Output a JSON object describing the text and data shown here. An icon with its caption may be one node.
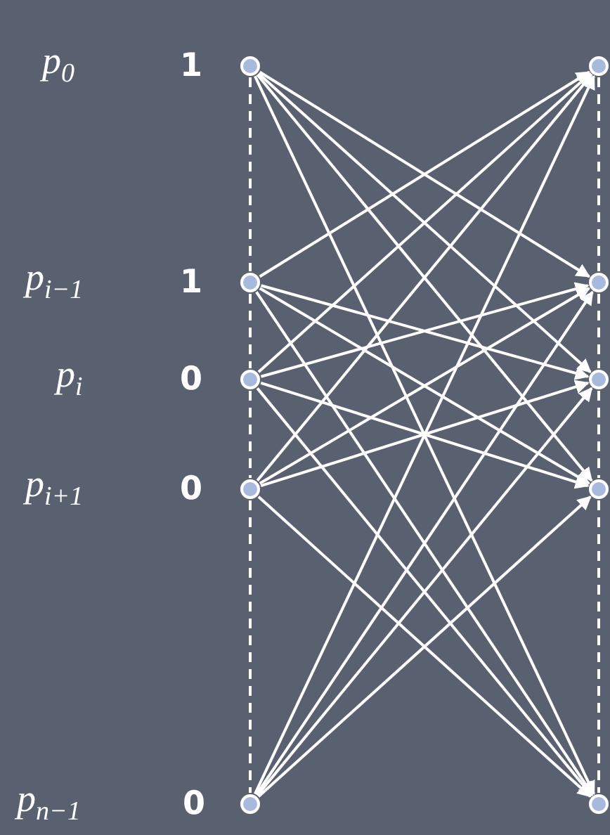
{
  "diagram": {
    "nodes": [
      {
        "text": [],
        "shape": "circle",
        "beside": [
          "p$_{0}$",
          "1"
        ]
      },
      {
        "text": [],
        "shape": "circle",
        "beside": [
          "p$_{i−1}$",
          "1"
        ]
      },
      {
        "text": [],
        "shape": "circle",
        "beside": [
          "p$_{i}$",
          "0"
        ]
      },
      {
        "text": [],
        "shape": "circle",
        "beside": [
          "p$_{i+1}$",
          "0"
        ]
      },
      {
        "text": [],
        "shape": "circle",
        "beside": [
          "p$_{n−1}$",
          "0"
        ]
      },
      {
        "text": [],
        "shape": "circle"
      },
      {
        "text": [],
        "shape": "circle"
      },
      {
        "text": [],
        "shape": "circle"
      },
      {
        "text": [],
        "shape": "circle"
      },
      {
        "text": [],
        "shape": "circle"
      }
    ],
    "edges": [
      {
        "from": 0,
        "to": 6,
        "arrow": "to"
      },
      {
        "from": 0,
        "to": 7,
        "arrow": "to"
      },
      {
        "from": 0,
        "to": 8,
        "arrow": "to"
      },
      {
        "from": 0,
        "to": 9,
        "arrow": "to"
      },
      {
        "from": 1,
        "to": 5,
        "arrow": "to"
      },
      {
        "from": 1,
        "to": 7,
        "arrow": "to"
      },
      {
        "from": 1,
        "to": 8,
        "arrow": "to"
      },
      {
        "from": 1,
        "to": 9,
        "arrow": "to"
      },
      {
        "from": 2,
        "to": 5,
        "arrow": "to"
      },
      {
        "from": 2,
        "to": 6,
        "arrow": "to"
      },
      {
        "from": 2,
        "to": 8,
        "arrow": "to"
      },
      {
        "from": 2,
        "to": 9,
        "arrow": "to"
      },
      {
        "from": 3,
        "to": 5,
        "arrow": "to"
      },
      {
        "from": 3,
        "to": 6,
        "arrow": "to"
      },
      {
        "from": 3,
        "to": 7,
        "arrow": "to"
      },
      {
        "from": 3,
        "to": 9,
        "arrow": "to"
      },
      {
        "from": 4,
        "to": 5,
        "arrow": "to"
      },
      {
        "from": 4,
        "to": 6,
        "arrow": "to"
      },
      {
        "from": 4,
        "to": 7,
        "arrow": "to"
      },
      {
        "from": 4,
        "to": 8,
        "arrow": "to"
      },
      {
        "from": 0,
        "to": 1,
        "arrow": "none",
        "style": "dashed"
      },
      {
        "from": 1,
        "to": 2,
        "arrow": "none",
        "style": "dashed"
      },
      {
        "from": 2,
        "to": 3,
        "arrow": "none",
        "style": "dashed"
      },
      {
        "from": 3,
        "to": 4,
        "arrow": "none",
        "style": "dashed"
      },
      {
        "from": 5,
        "to": 6,
        "arrow": "none",
        "style": "dashed"
      },
      {
        "from": 6,
        "to": 7,
        "arrow": "none",
        "style": "dashed"
      },
      {
        "from": 7,
        "to": 8,
        "arrow": "none",
        "style": "dashed"
      },
      {
        "from": 8,
        "to": 9,
        "arrow": "none",
        "style": "dashed"
      }
    ]
  }
}
